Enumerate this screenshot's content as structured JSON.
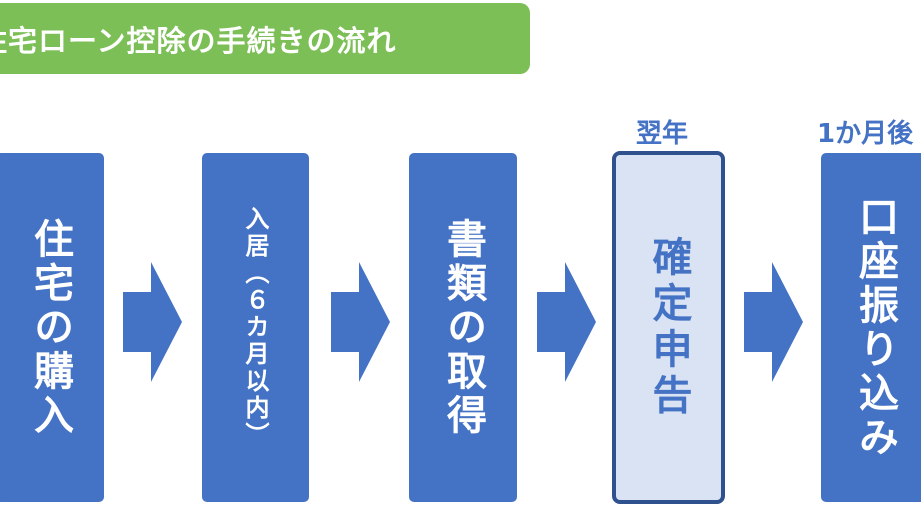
{
  "title": "住宅ローン控除の手続きの流れ",
  "colors": {
    "banner": "#7dbf57",
    "step_fill": "#4472c4",
    "highlight_fill": "#dae3f3",
    "highlight_border": "#2f528f",
    "arrow": "#4472c4"
  },
  "steps": [
    {
      "label": "住宅の購入"
    },
    {
      "label": "入居（６カ月以内）"
    },
    {
      "label": "書類の取得"
    },
    {
      "label": "確定申告",
      "above": "翌年"
    },
    {
      "label": "口座振り込み",
      "above": "1か月後"
    }
  ]
}
